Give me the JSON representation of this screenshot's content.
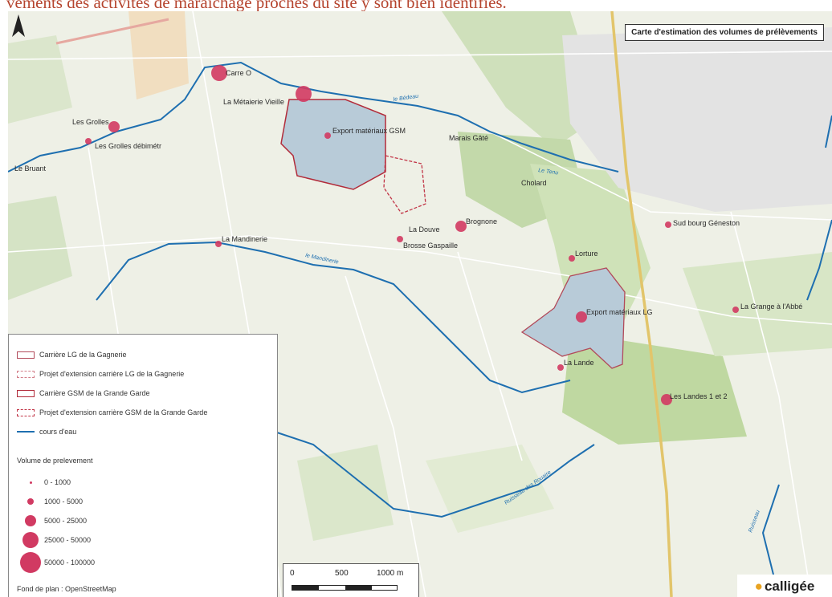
{
  "banner": {
    "text": "vements des activités de maraîchage proches du site y sont bien identifiés."
  },
  "map": {
    "title": "Carte d'estimation des volumes de prélèvements",
    "places": [
      {
        "id": "carre-o",
        "label": "Carre O",
        "class": "25000 - 50000"
      },
      {
        "id": "metaierie",
        "label": "La Métaierie Vieille",
        "class": "25000 - 50000"
      },
      {
        "id": "les-grolles",
        "label": "Les Grolles",
        "class": "5000 - 25000"
      },
      {
        "id": "grolles-debimetre",
        "label": "Les Grolles débimétr",
        "class": "1000 - 5000"
      },
      {
        "id": "le-bruant",
        "label": "Le Bruant",
        "class": ""
      },
      {
        "id": "export-gsm",
        "label": "Export matériaux GSM",
        "class": "1000 - 5000"
      },
      {
        "id": "marais-gate",
        "label": "Marais Gâté",
        "class": ""
      },
      {
        "id": "cholard",
        "label": "Cholard",
        "class": ""
      },
      {
        "id": "sud-bourg",
        "label": "Sud bourg Géneston",
        "class": "1000 - 5000"
      },
      {
        "id": "la-douve",
        "label": "La Douve",
        "class": ""
      },
      {
        "id": "brognone",
        "label": "Brognone",
        "class": "5000 - 25000"
      },
      {
        "id": "brosse",
        "label": "Brosse Gaspaille",
        "class": "1000 - 5000"
      },
      {
        "id": "la-mandinerie",
        "label": "La Mandinerie",
        "class": "1000 - 5000"
      },
      {
        "id": "lorture",
        "label": "Lorture",
        "class": "1000 - 5000"
      },
      {
        "id": "export-lg",
        "label": "Export matériaux LG",
        "class": "5000 - 25000"
      },
      {
        "id": "la-grange",
        "label": "La Grange à l'Abbé",
        "class": "1000 - 5000"
      },
      {
        "id": "la-lande",
        "label": "La Lande",
        "class": "1000 - 5000"
      },
      {
        "id": "les-landes",
        "label": "Les Landes 1 et 2",
        "class": "5000 - 25000"
      }
    ],
    "rivers": [
      {
        "id": "river-1",
        "label": "le Bédeau"
      },
      {
        "id": "river-2",
        "label": "le Mandinerie"
      },
      {
        "id": "river-3",
        "label": "Le Tenu"
      },
      {
        "id": "river-4",
        "label": "Ruisseau des Rouaire"
      },
      {
        "id": "river-5",
        "label": "Ruisseau"
      }
    ]
  },
  "legend": {
    "items": [
      {
        "label": "Carrière LG de la Gagnerie",
        "style": "solid",
        "stroke": "#b24a5a",
        "fill": "#ffffff"
      },
      {
        "label": "Projet d'extension carrière LG de la Gagnerie",
        "style": "dashed",
        "stroke": "#d37f8a",
        "fill": "#ffffff"
      },
      {
        "label": "Carrière GSM de la Grande Garde",
        "style": "solid",
        "stroke": "#b22b3a",
        "fill": "#ffffff"
      },
      {
        "label": "Projet d'extension carrière GSM de la Grande Garde",
        "style": "dashed",
        "stroke": "#c13446",
        "fill": "#ffffff"
      },
      {
        "label": "cours d'eau",
        "style": "line",
        "stroke": "#1e6fb0"
      }
    ],
    "volume_title": "Volume de prelevement",
    "volume_classes": [
      {
        "label": "0 - 1000",
        "radius": 1.5
      },
      {
        "label": "1000 - 5000",
        "radius": 4
      },
      {
        "label": "5000 - 25000",
        "radius": 7
      },
      {
        "label": "25000 - 50000",
        "radius": 10
      },
      {
        "label": "50000 - 100000",
        "radius": 13
      }
    ],
    "basemap": "Fond de plan : OpenStreetMap"
  },
  "scale": {
    "labels": [
      "0",
      "500",
      "1000 m"
    ]
  },
  "logo": {
    "text": "calligée"
  },
  "colors": {
    "river": "#1e6fb0",
    "point": "#d13a62",
    "forest": "#c8dbb0",
    "quarry": "#b8cbd8",
    "road": "#e2c56b"
  }
}
